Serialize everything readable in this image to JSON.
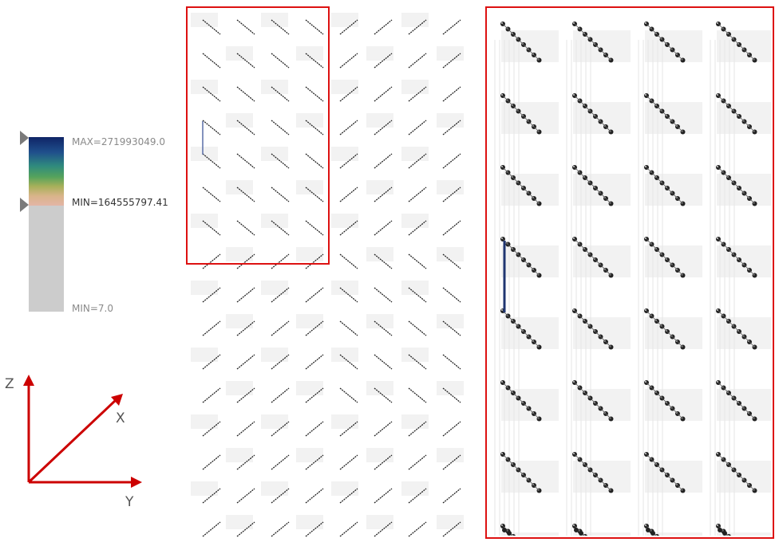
{
  "legend": {
    "max_label": "MAX=271993049.0",
    "min_threshold_label": "MIN=164555797.41",
    "min_label": "MIN=7.0",
    "gradient_colors": [
      "#0f2466",
      "#1f4f8c",
      "#2f8a7e",
      "#55a35c",
      "#a8b05a",
      "#d9b48a",
      "#e3b5a6"
    ],
    "below_min_color": "#cccccc",
    "marker_color": "#7a7a7a"
  },
  "axes": {
    "z_label": "Z",
    "x_label": "X",
    "y_label": "Y",
    "color": "#cc0000"
  },
  "colors": {
    "highlight_box": "#dd1111",
    "tile_shade": "#f2f2f2",
    "stroke_dark": "#222222",
    "link_blue": "#1f3570"
  }
}
